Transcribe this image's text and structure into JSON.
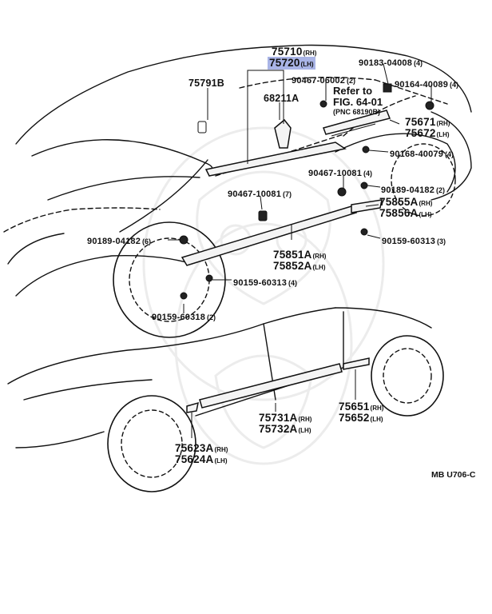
{
  "labels": {
    "p75710": {
      "num": "75710",
      "side": "(RH)"
    },
    "p75720": {
      "num": "75720",
      "side": "(LH)"
    },
    "p75791b": {
      "num": "75791B"
    },
    "p68211a": {
      "num": "68211A"
    },
    "p90467_06002": {
      "num": "90467-06002",
      "qty": "(2)"
    },
    "p90183_04008": {
      "num": "90183-04008",
      "qty": "(4)"
    },
    "p90164_40089": {
      "num": "90164-40089",
      "qty": "(4)"
    },
    "p75671": {
      "num": "75671",
      "side": "(RH)"
    },
    "p75672": {
      "num": "75672",
      "side": "(LH)"
    },
    "p90168_40079": {
      "num": "90168-40079",
      "qty": "(4)"
    },
    "p90467_10081_4": {
      "num": "90467-10081",
      "qty": "(4)"
    },
    "p90189_04182_2": {
      "num": "90189-04182",
      "qty": "(2)"
    },
    "p90467_10081_7": {
      "num": "90467-10081",
      "qty": "(7)"
    },
    "p75855a": {
      "num": "75855A",
      "side": "(RH)"
    },
    "p75856a": {
      "num": "75856A",
      "side": "(LH)"
    },
    "p90189_04182_6": {
      "num": "90189-04182",
      "qty": "(6)"
    },
    "p90159_60313_3": {
      "num": "90159-60313",
      "qty": "(3)"
    },
    "p75851a": {
      "num": "75851A",
      "side": "(RH)"
    },
    "p75852a": {
      "num": "75852A",
      "side": "(LH)"
    },
    "p90159_60313_4": {
      "num": "90159-60313",
      "qty": "(4)"
    },
    "p90159_60318": {
      "num": "90159-60318",
      "qty": "(2)"
    },
    "p75731a": {
      "num": "75731A",
      "side": "(RH)"
    },
    "p75732a": {
      "num": "75732A",
      "side": "(LH)"
    },
    "p75651": {
      "num": "75651",
      "side": "(RH)"
    },
    "p75652": {
      "num": "75652",
      "side": "(LH)"
    },
    "p75623a": {
      "num": "75623A",
      "side": "(RH)"
    },
    "p75624a": {
      "num": "75624A",
      "side": "(LH)"
    }
  },
  "refer_note": {
    "line1": "Refer to",
    "line2": "FIG. 64-01",
    "line3": "(PNC 68190B)"
  },
  "diagram_code": "MB U706-C",
  "highlight_color": "#a9b4e6"
}
